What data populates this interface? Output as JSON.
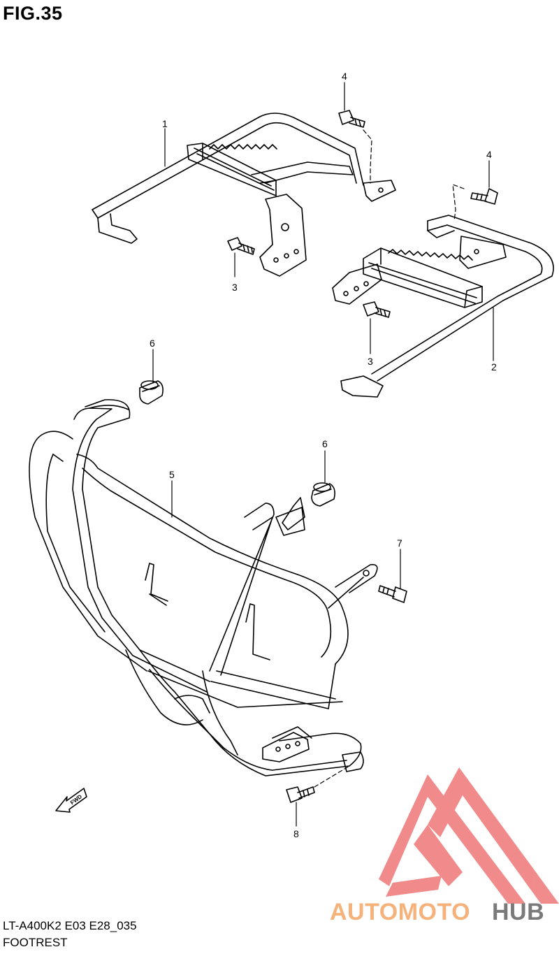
{
  "figure": {
    "title": "FIG.35",
    "model_code": "LT-A400K2 E03 E28_035",
    "caption": "FOOTREST"
  },
  "callouts": [
    {
      "id": "c1",
      "label": "1"
    },
    {
      "id": "c2",
      "label": "2"
    },
    {
      "id": "c3a",
      "label": "3"
    },
    {
      "id": "c3b",
      "label": "3"
    },
    {
      "id": "c4a",
      "label": "4"
    },
    {
      "id": "c4b",
      "label": "4"
    },
    {
      "id": "c5",
      "label": "5"
    },
    {
      "id": "c6a",
      "label": "6"
    },
    {
      "id": "c6b",
      "label": "6"
    },
    {
      "id": "c7",
      "label": "7"
    },
    {
      "id": "c8",
      "label": "8"
    }
  ],
  "fwd_arrow": {
    "label": "FWD"
  },
  "watermark": {
    "part1": "AUTOMOTO",
    "part2": "HUB",
    "colors": {
      "orange": "#f5b27a",
      "red": "#f07f7f",
      "gray": "#7a7a7a"
    }
  }
}
